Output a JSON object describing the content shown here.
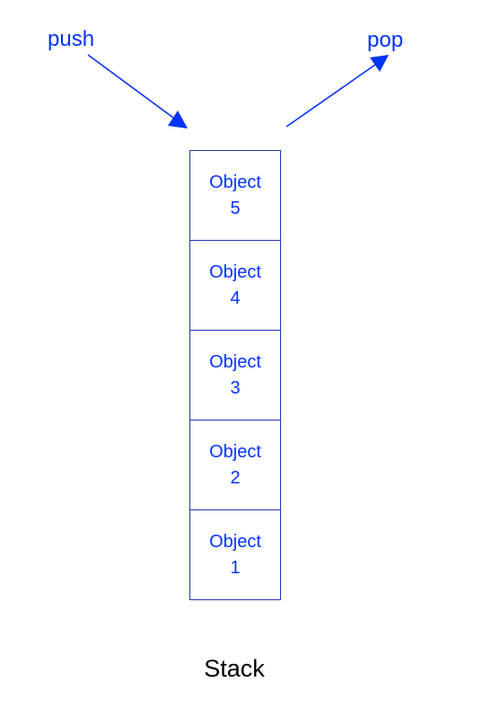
{
  "diagram": {
    "push_label": "push",
    "pop_label": "pop",
    "caption": "Stack",
    "stack_items": [
      {
        "label": "Object\n5"
      },
      {
        "label": "Object\n4"
      },
      {
        "label": "Object\n3"
      },
      {
        "label": "Object\n2"
      },
      {
        "label": "Object\n1"
      }
    ]
  },
  "colors": {
    "accent": "#0433ff",
    "border": "#1f35b3",
    "caption": "#000000",
    "background": "#ffffff"
  }
}
